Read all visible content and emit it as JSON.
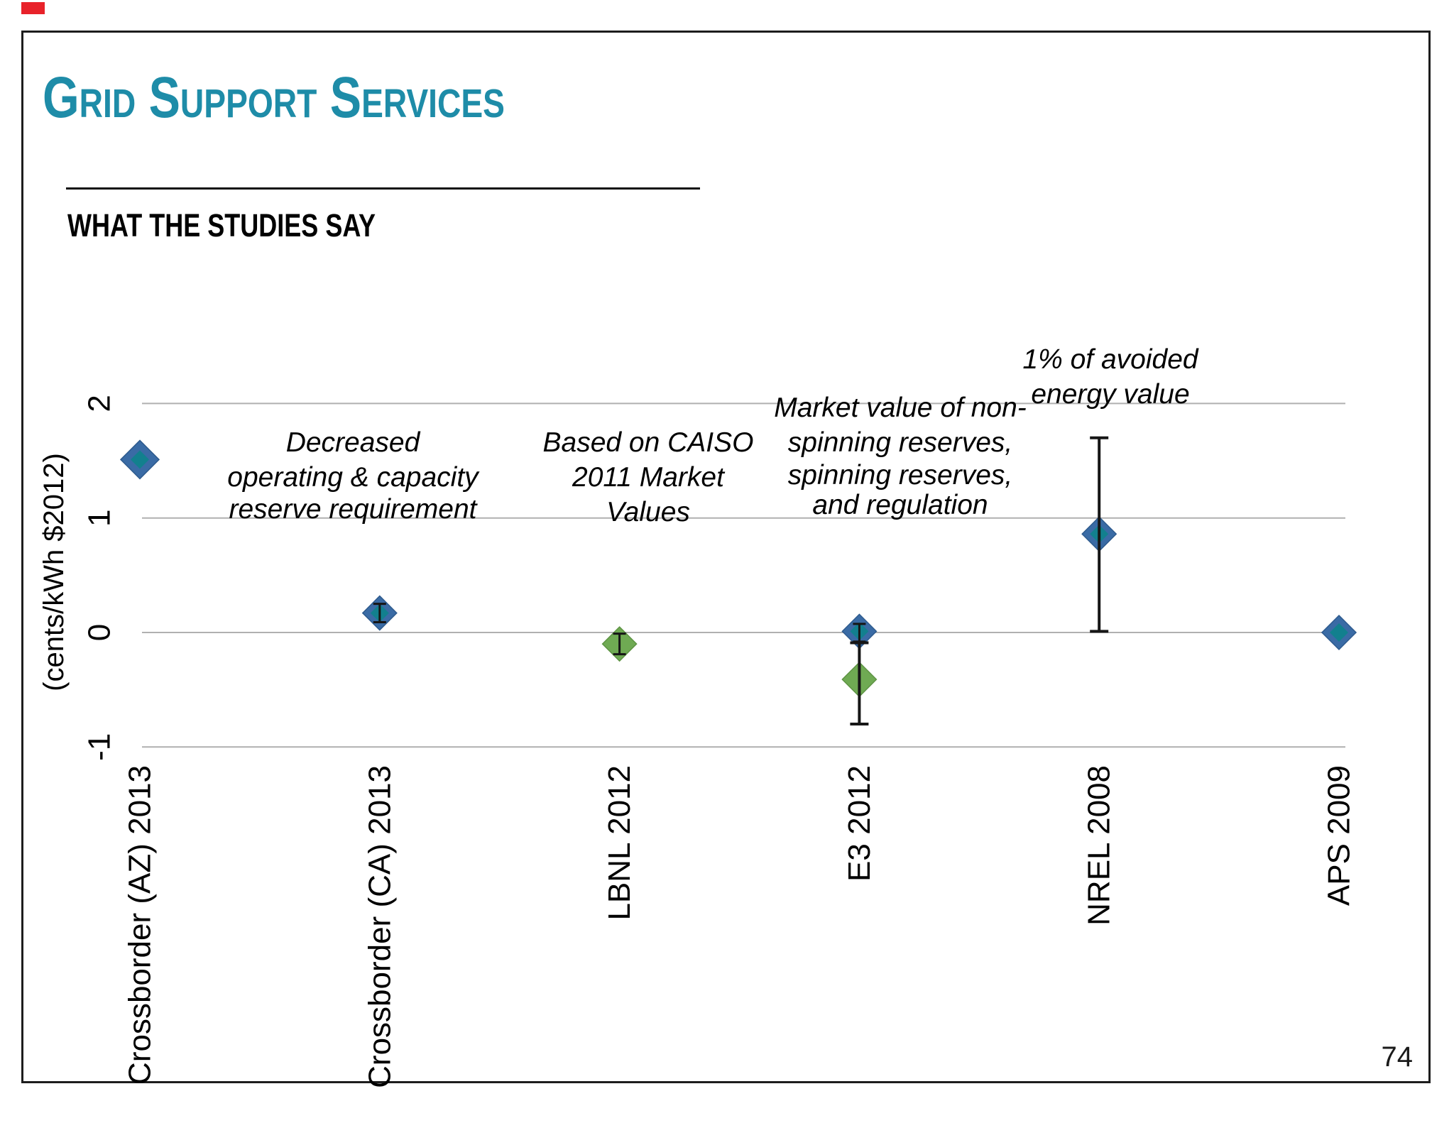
{
  "header": {
    "title": "Grid Support Services",
    "subtitle": "WHAT THE STUDIES SAY"
  },
  "slide": {
    "page_number": "74"
  },
  "colors": {
    "title_teal": "#1E8CA8",
    "marker_blue": "#3A6BA5",
    "marker_blue_inner": "#12808E",
    "marker_green": "#6FAA53",
    "gridline_gray": "#b0b0b0",
    "error_bar_black": "#161616",
    "red_marker": "#e8222a"
  },
  "chart_data": {
    "type": "scatter",
    "title": "",
    "xlabel": "",
    "ylabel": "(cents/kWh $2012)",
    "ylim": [
      -1,
      2
    ],
    "yticks": [
      2,
      1,
      0,
      -1
    ],
    "grid": true,
    "legend": "none",
    "categories": [
      "Crossborder (AZ) 2013",
      "Crossborder (CA) 2013",
      "LBNL 2012",
      "E3 2012",
      "NREL 2008",
      "APS 2009"
    ],
    "series": [
      {
        "name": "blue-diamond",
        "color": "#3A6BA5",
        "points": [
          {
            "cat": 0,
            "value": 1.51
          },
          {
            "cat": 1,
            "value": 0.17,
            "err_low": 0.09,
            "err_high": 0.25
          },
          {
            "cat": 3,
            "value": 0.01,
            "err_low": -0.08,
            "err_high": 0.075
          },
          {
            "cat": 4,
            "value": 0.86,
            "err_low": 0.01,
            "err_high": 1.7
          },
          {
            "cat": 5,
            "value": 0.0
          }
        ]
      },
      {
        "name": "green-diamond",
        "color": "#6FAA53",
        "points": [
          {
            "cat": 2,
            "value": -0.1,
            "err_low": -0.19,
            "err_high": -0.01
          },
          {
            "cat": 3,
            "value": -0.41,
            "err_low": -0.8,
            "err_high": -0.09
          }
        ]
      }
    ],
    "annotations": [
      {
        "lines": [
          "Decreased",
          "operating & capacity",
          "reserve requirement"
        ]
      },
      {
        "lines": [
          "Based on CAISO",
          "2011 Market",
          "Values"
        ]
      },
      {
        "lines": [
          "Market value of non-",
          "spinning reserves,",
          "spinning reserves,",
          "and regulation"
        ]
      },
      {
        "lines": [
          "1% of avoided",
          "energy value"
        ]
      }
    ]
  }
}
